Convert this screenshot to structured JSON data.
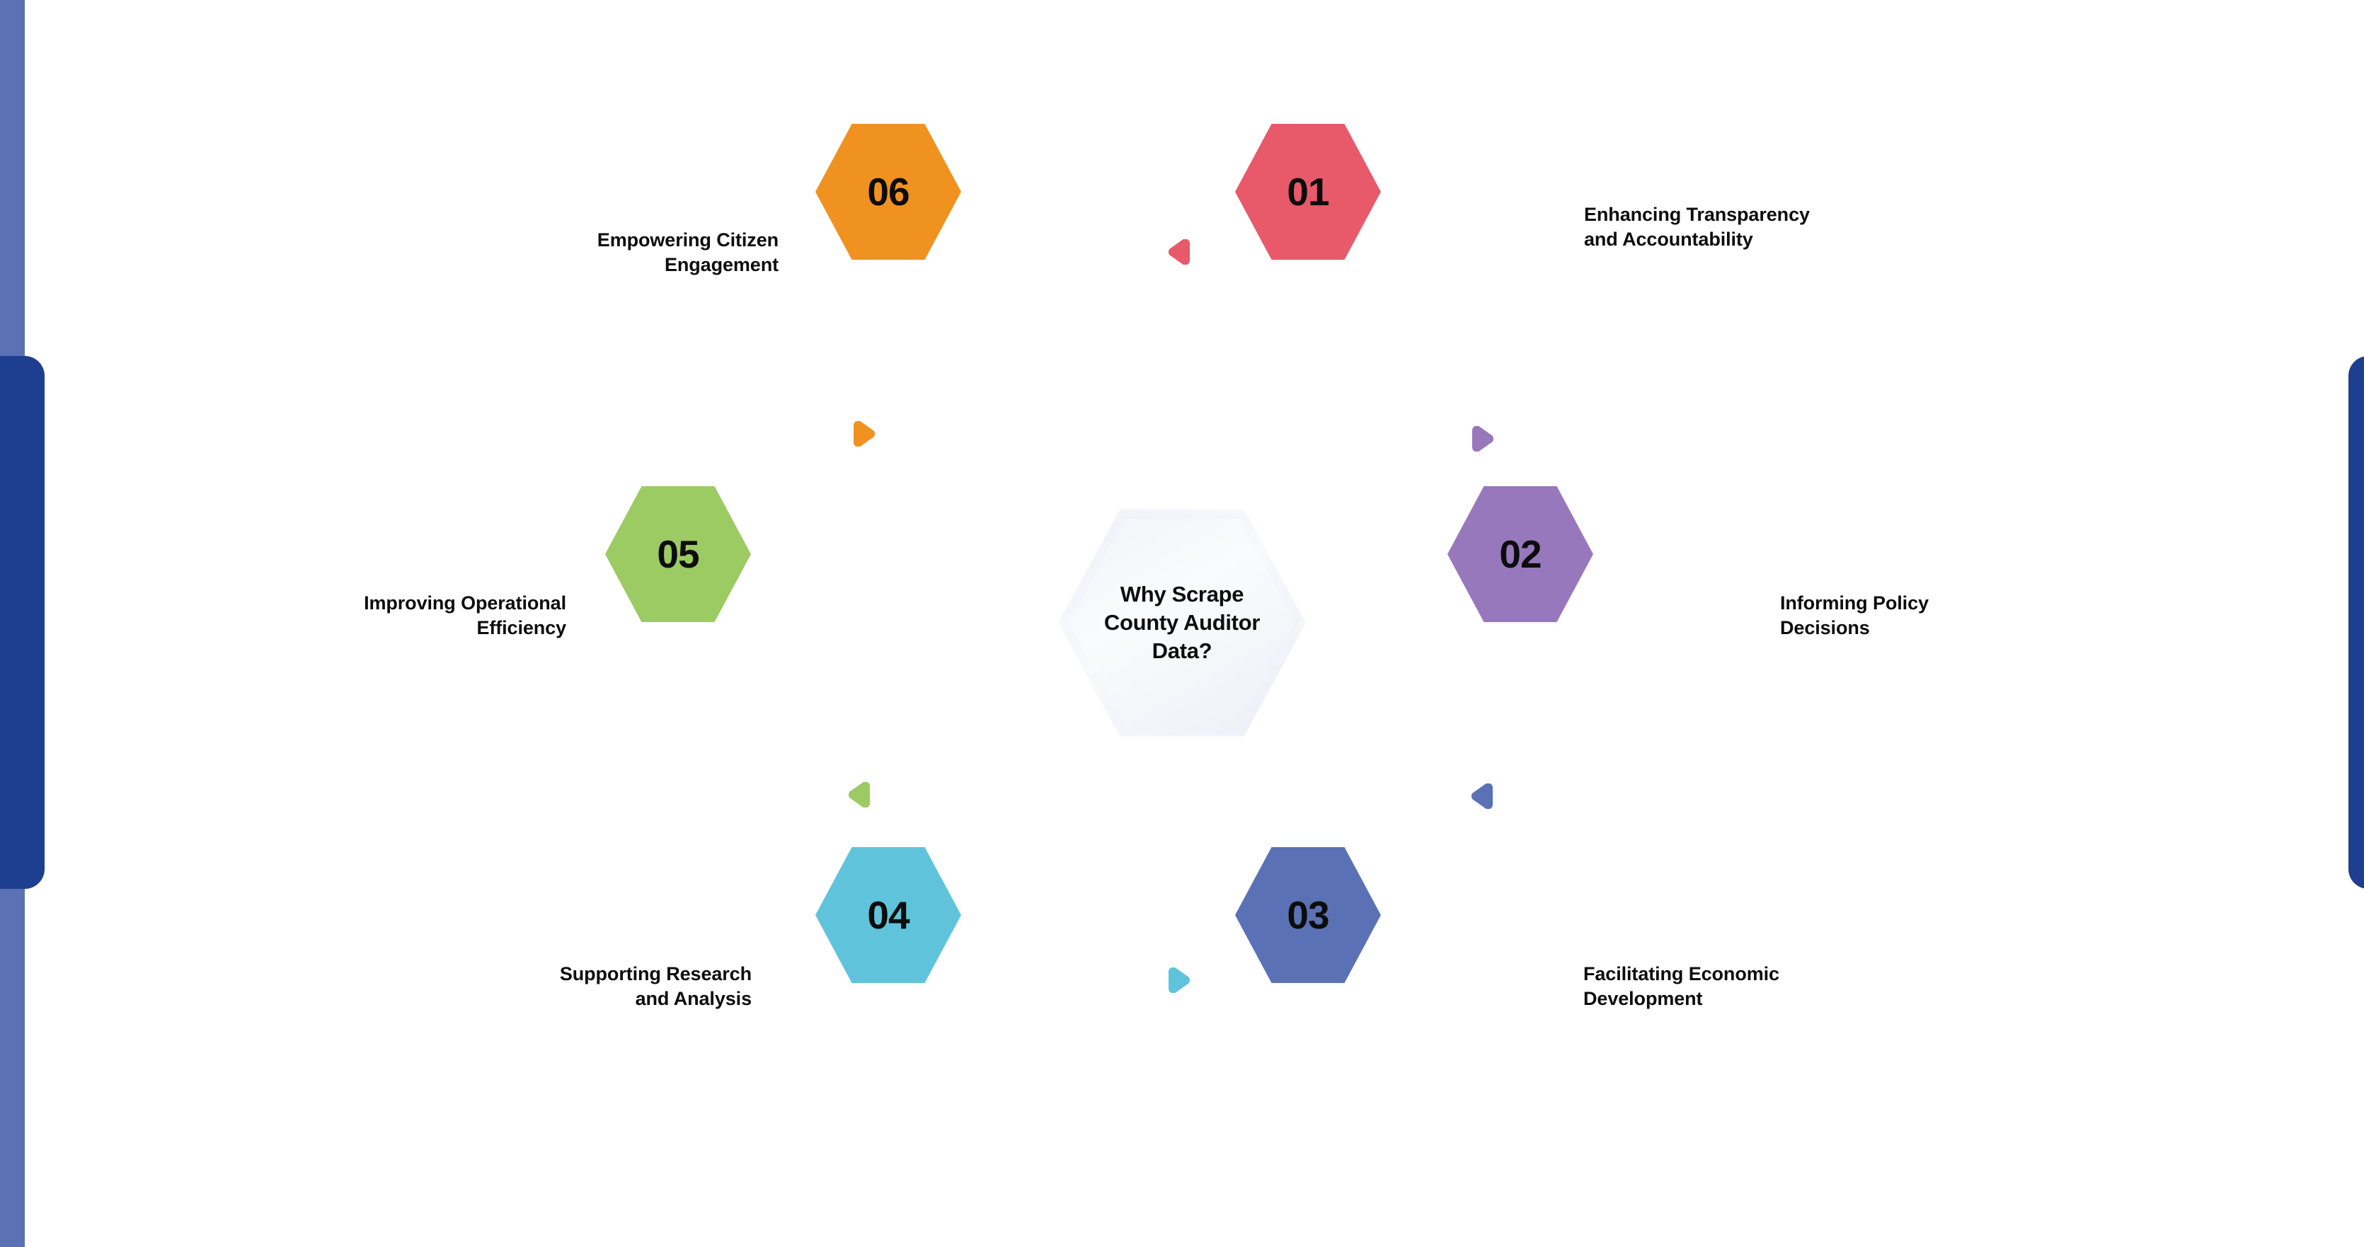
{
  "page": {
    "title": "Why Scrape County Auditor Data?",
    "background_color": "#ffffff"
  },
  "decor": {
    "left_strip_color": "#5A72B5",
    "left_tab_color": "#1E3E8F",
    "right_tab_color": "#1E3E8F"
  },
  "center": {
    "text": "Why Scrape County Auditor Data?",
    "line1": "Why Scrape",
    "line2": "County Auditor",
    "line3": "Data?",
    "fill_color": "#F4F5F9"
  },
  "nodes": [
    {
      "number": "01",
      "label_line1": "Enhancing Transparency",
      "label_line2": "and Accountability",
      "label": "Enhancing Transparency and Accountability",
      "color": "#E8596A",
      "label_side": "right",
      "position": "top-right"
    },
    {
      "number": "02",
      "label_line1": "Informing Policy",
      "label_line2": "Decisions",
      "label": "Informing Policy Decisions",
      "color": "#9878BC",
      "label_side": "right",
      "position": "right"
    },
    {
      "number": "03",
      "label_line1": "Facilitating Economic",
      "label_line2": "Development",
      "label": "Facilitating Economic Development",
      "color": "#5A72B5",
      "label_side": "right",
      "position": "bottom-right"
    },
    {
      "number": "04",
      "label_line1": "Supporting Research",
      "label_line2": "and Analysis",
      "label": "Supporting Research and Analysis",
      "color": "#5FC4DB",
      "label_side": "left",
      "position": "bottom-left"
    },
    {
      "number": "05",
      "label_line1": "Improving Operational",
      "label_line2": "Efficiency",
      "label": "Improving Operational Efficiency",
      "color": "#9CCA63",
      "label_side": "left",
      "position": "left"
    },
    {
      "number": "06",
      "label_line1": "Empowering Citizen",
      "label_line2": "Engagement",
      "label": "Empowering Citizen Engagement",
      "color": "#F0921F",
      "label_side": "left",
      "position": "top-left"
    }
  ],
  "connectors": [
    {
      "name": "connector-01",
      "color": "#E8596A",
      "direction": "left"
    },
    {
      "name": "connector-02",
      "color": "#9878BC",
      "direction": "right"
    },
    {
      "name": "connector-03",
      "color": "#5A72B5",
      "direction": "left"
    },
    {
      "name": "connector-04",
      "color": "#5FC4DB",
      "direction": "right"
    },
    {
      "name": "connector-05",
      "color": "#9CCA63",
      "direction": "left"
    },
    {
      "name": "connector-06",
      "color": "#F0921F",
      "direction": "right"
    }
  ]
}
